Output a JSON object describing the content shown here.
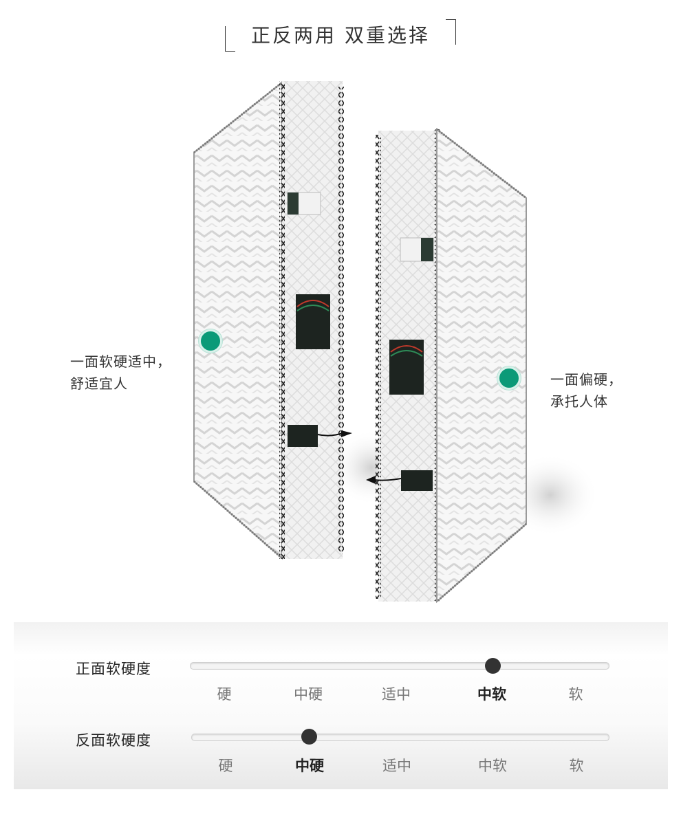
{
  "title": "正反两用 双重选择",
  "left_note": {
    "line1": "一面软硬适中，",
    "line2": "舒适宜人"
  },
  "right_note": {
    "line1": "一面偏硬，",
    "line2": "承托人体"
  },
  "accent_color": "#0b9a78",
  "firmness": {
    "front": {
      "label": "正面软硬度",
      "levels": [
        "硬",
        "中硬",
        "适中",
        "中软",
        "软"
      ],
      "selected": "中软"
    },
    "back": {
      "label": "反面软硬度",
      "levels": [
        "硬",
        "中硬",
        "适中",
        "中软",
        "软"
      ],
      "selected": "中硬"
    }
  }
}
